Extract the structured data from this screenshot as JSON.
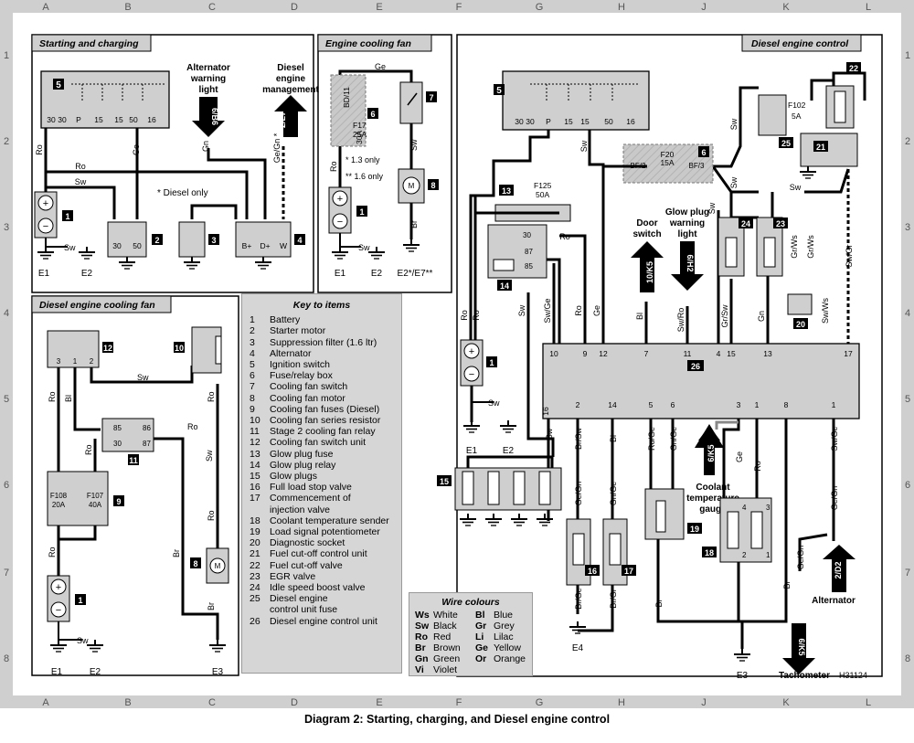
{
  "grid": {
    "columns": [
      "A",
      "B",
      "C",
      "D",
      "E",
      "F",
      "G",
      "H",
      "J",
      "K",
      "L"
    ],
    "rows": [
      "1",
      "2",
      "3",
      "4",
      "5",
      "6",
      "7",
      "8"
    ]
  },
  "panels": {
    "starting": "Starting and charging",
    "cooling_fan": "Engine cooling fan",
    "diesel_fan": "Diesel engine cooling fan",
    "diesel_control": "Diesel engine control"
  },
  "key": {
    "title": "Key to items",
    "items": [
      {
        "n": "1",
        "t": "Battery"
      },
      {
        "n": "2",
        "t": "Starter motor"
      },
      {
        "n": "3",
        "t": "Suppression filter (1.6 ltr)"
      },
      {
        "n": "4",
        "t": "Alternator"
      },
      {
        "n": "5",
        "t": "Ignition switch"
      },
      {
        "n": "6",
        "t": "Fuse/relay box"
      },
      {
        "n": "7",
        "t": "Cooling fan switch"
      },
      {
        "n": "8",
        "t": "Cooling fan motor"
      },
      {
        "n": "9",
        "t": "Cooling fan fuses (Diesel)"
      },
      {
        "n": "10",
        "t": "Cooling fan series resistor"
      },
      {
        "n": "11",
        "t": "Stage 2 cooling fan relay"
      },
      {
        "n": "12",
        "t": "Cooling fan switch unit"
      },
      {
        "n": "13",
        "t": "Glow plug fuse"
      },
      {
        "n": "14",
        "t": "Glow plug relay"
      },
      {
        "n": "15",
        "t": "Glow plugs"
      },
      {
        "n": "16",
        "t": "Full load stop valve"
      },
      {
        "n": "17",
        "t": "Commencement of"
      },
      {
        "n": "",
        "t": "injection valve"
      },
      {
        "n": "18",
        "t": "Coolant temperature sender"
      },
      {
        "n": "19",
        "t": "Load signal potentiometer"
      },
      {
        "n": "20",
        "t": "Diagnostic socket"
      },
      {
        "n": "21",
        "t": "Fuel cut-off control unit"
      },
      {
        "n": "22",
        "t": "Fuel cut-off valve"
      },
      {
        "n": "23",
        "t": "EGR valve"
      },
      {
        "n": "24",
        "t": "Idle speed boost valve"
      },
      {
        "n": "25",
        "t": "Diesel engine"
      },
      {
        "n": "",
        "t": "control unit fuse"
      },
      {
        "n": "26",
        "t": "Diesel engine control unit"
      }
    ]
  },
  "wire_colours": {
    "title": "Wire colours",
    "items": [
      {
        "c": "Ws",
        "n": "White",
        "c2": "Bl",
        "n2": "Blue"
      },
      {
        "c": "Sw",
        "n": "Black",
        "c2": "Gr",
        "n2": "Grey"
      },
      {
        "c": "Ro",
        "n": "Red",
        "c2": "Li",
        "n2": "Lilac"
      },
      {
        "c": "Br",
        "n": "Brown",
        "c2": "Ge",
        "n2": "Yellow"
      },
      {
        "c": "Gn",
        "n": "Green",
        "c2": "Or",
        "n2": "Orange"
      },
      {
        "c": "Vi",
        "n": "Violet",
        "c2": "",
        "n2": ""
      }
    ]
  },
  "labels": {
    "alternator_warning": [
      "Alternator",
      "warning",
      "light"
    ],
    "diesel_engine_mgmt": [
      "Diesel",
      "engine",
      "management"
    ],
    "diesel_only": "* Diesel only",
    "only_13": "* 1.3 only",
    "only_16": "** 1.6 only",
    "door_switch": [
      "Door",
      "switch"
    ],
    "glow_warning": [
      "Glow plug",
      "warning",
      "light"
    ],
    "coolant_gauge": [
      "Coolant",
      "temperature",
      "gauge"
    ],
    "alternator": "Alternator",
    "tachometer": "Tachometer",
    "drawing_no": "H31124"
  },
  "refs": {
    "r_6B6": "6/B6",
    "r_2L7": "2/L7",
    "r_10K5": "10/K5",
    "r_6H2": "6/H2",
    "r_6K5_gauge": "6/K5",
    "r_2D2": "2/D2",
    "r_6K5_tacho": "6/K5"
  },
  "fuses": {
    "f17": [
      "F17",
      "25A",
      "30A"
    ],
    "f20": [
      "F20",
      "15A"
    ],
    "f102": [
      "F102",
      "5A"
    ],
    "f125": [
      "F125",
      "50A"
    ],
    "f108": [
      "F108",
      "20A"
    ],
    "f107": [
      "F107",
      "40A"
    ]
  },
  "caption": "Diagram 2: Starting, charging, and Diesel engine control"
}
